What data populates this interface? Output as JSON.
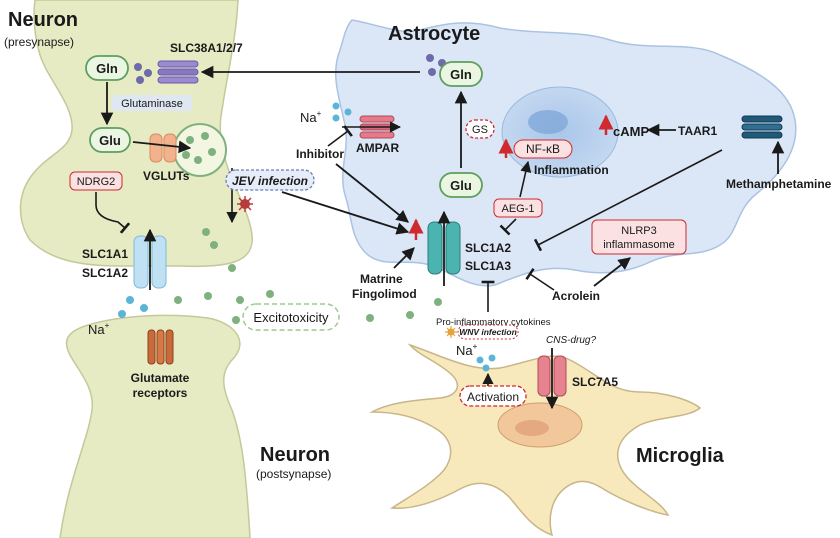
{
  "cells": {
    "neuron_pre_title": "Neuron",
    "neuron_pre_sub": "(presynapse)",
    "astrocyte_title": "Astrocyte",
    "neuron_post_title": "Neuron",
    "neuron_post_sub": "(postsynapse)",
    "microglia_title": "Microglia"
  },
  "molecules": {
    "gln_neuron": "Gln",
    "glu_neuron": "Glu",
    "gln_astro": "Gln",
    "glu_astro": "Glu",
    "glutaminase": "Glutaminase",
    "na_astro_main": "Na",
    "na_astro_sup": "+",
    "na_synapse_main": "Na",
    "na_synapse_sup": "+",
    "na_microglia_main": "Na",
    "na_microglia_sup": "+"
  },
  "transporters": {
    "slc38": "SLC38A1/2/7",
    "vgluts": "VGLUTs",
    "slc1a1": "SLC1A1",
    "slc1a2_neuron": "SLC1A2",
    "glutamate_receptors_1": "Glutamate",
    "glutamate_receptors_2": "receptors",
    "ampar": "AMPAR",
    "slc1a2_astro": "SLC1A2",
    "slc1a3_astro": "SLC1A3",
    "taar1": "TAAR1",
    "slc7a5": "SLC7A5"
  },
  "regulators": {
    "ndrg2": "NDRG2",
    "jev": "JEV infection",
    "inhibitor": "Inhibitor",
    "gs": "GS",
    "nfkb": "NF-κB",
    "inflammation": "Inflammation",
    "camp": "cAMP",
    "methamphetamine": "Methamphetamine",
    "aeg1": "AEG-1",
    "nlrp3_1": "NLRP3",
    "nlrp3_2": "inflammasome",
    "matrine": "Matrine",
    "fingolimod": "Fingolimod",
    "acrolein": "Acrolein",
    "excitotoxicity": "Excitotoxicity",
    "proinflammatory": "Pro-inflammatory cytokines",
    "wnv": "WNV infection",
    "cns_drug": "CNS-drug?",
    "activation": "Activation"
  },
  "colors": {
    "neuron_fill": "#e6ebc4",
    "astrocyte_fill": "#dbe7f6",
    "microglia_fill": "#f8e9bd",
    "green_molecule": "#7fb17f",
    "blue_ion": "#5bb5d6",
    "red_mark": "#d0292e",
    "pink_box": "#fbe1e1"
  }
}
